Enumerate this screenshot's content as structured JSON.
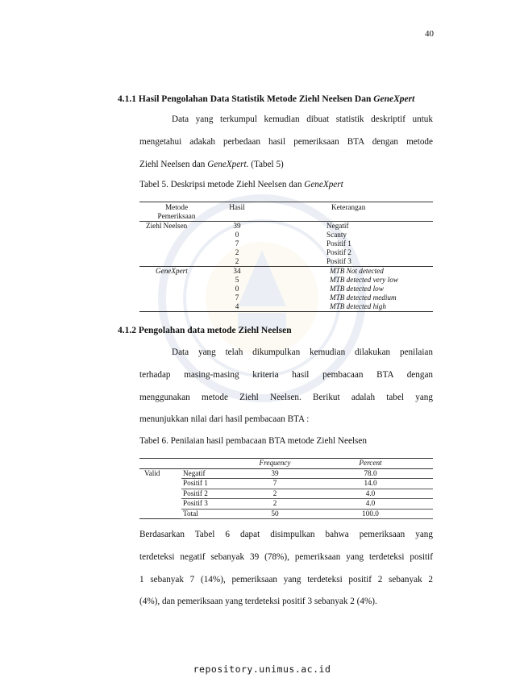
{
  "page_number": "40",
  "section1": {
    "heading": "4.1.1  Hasil Pengolahan Data Statistik Metode Ziehl Neelsen Dan ",
    "heading_em": "GeneXpert",
    "para_lines": [
      "Data yang terkumpul kemudian dibuat statistik deskriptif untuk",
      "mengetahui adakah perbedaan hasil pemeriksaan BTA dengan metode"
    ],
    "para_last_a": "Ziehl Neelsen dan ",
    "para_last_em": "GeneXpert.",
    "para_last_b": " (Tabel 5)"
  },
  "table5": {
    "caption": "Tabel 5. Deskripsi metode Ziehl Neelsen dan ",
    "caption_em": "GeneXpert",
    "headers": [
      "Metode Pemeriksaan",
      "Hasil",
      "Keterangan"
    ],
    "groups": [
      {
        "method": "Ziehl Neelsen",
        "italic": false,
        "rows": [
          {
            "hasil": "39",
            "ket": "Negatif"
          },
          {
            "hasil": "0",
            "ket": "Scanty"
          },
          {
            "hasil": "7",
            "ket": "Positif 1"
          },
          {
            "hasil": "2",
            "ket": "Positif 2"
          },
          {
            "hasil": "2",
            "ket": "Positif 3"
          }
        ]
      },
      {
        "method": "GeneXpert",
        "italic": true,
        "rows": [
          {
            "hasil": "34",
            "ket": "MTB Not detected"
          },
          {
            "hasil": "5",
            "ket": "MTB  detected very low"
          },
          {
            "hasil": "0",
            "ket": "MTB detected low"
          },
          {
            "hasil": "7",
            "ket": "MTB detected medium"
          },
          {
            "hasil": "4",
            "ket": "MTB detected high"
          }
        ]
      }
    ]
  },
  "section2": {
    "heading": "4.1.2  Pengolahan data metode Ziehl Neelsen",
    "para_lines": [
      "Data yang telah dikumpulkan kemudian dilakukan penilaian",
      "terhadap masing-masing kriteria hasil pembacaan BTA dengan",
      "menggunakan metode Ziehl Neelsen. Berikut adalah tabel yang",
      "menunjukkan nilai dari hasil pembacaan BTA :"
    ]
  },
  "table6": {
    "caption": "Tabel 6. Penilaian hasil pembacaan BTA metode Ziehl Neelsen",
    "headers": [
      "Frequency",
      "Percent"
    ],
    "group": "Valid",
    "rows": [
      {
        "label": "Negatif",
        "freq": "39",
        "pct": "78.0"
      },
      {
        "label": "Positif 1",
        "freq": "7",
        "pct": "14.0"
      },
      {
        "label": "Positif 2",
        "freq": "2",
        "pct": "4.0"
      },
      {
        "label": "Positif 3",
        "freq": "2",
        "pct": "4.0"
      },
      {
        "label": "Total",
        "freq": "50",
        "pct": "100.0"
      }
    ]
  },
  "conclusion": {
    "para_lines": [
      "Berdasarkan Tabel 6 dapat disimpulkan bahwa pemeriksaan yang",
      "terdeteksi negatif sebanyak 39 (78%), pemeriksaan yang terdeteksi positif",
      "1 sebanyak 7 (14%), pemeriksaan yang terdeteksi positif 2 sebanyak 2",
      "(4%), dan pemeriksaan yang terdeteksi positif 3 sebanyak 2 (4%)."
    ]
  },
  "footer": "repository.unimus.ac.id",
  "colors": {
    "watermark": "#4a6fa5",
    "text": "#111111"
  }
}
